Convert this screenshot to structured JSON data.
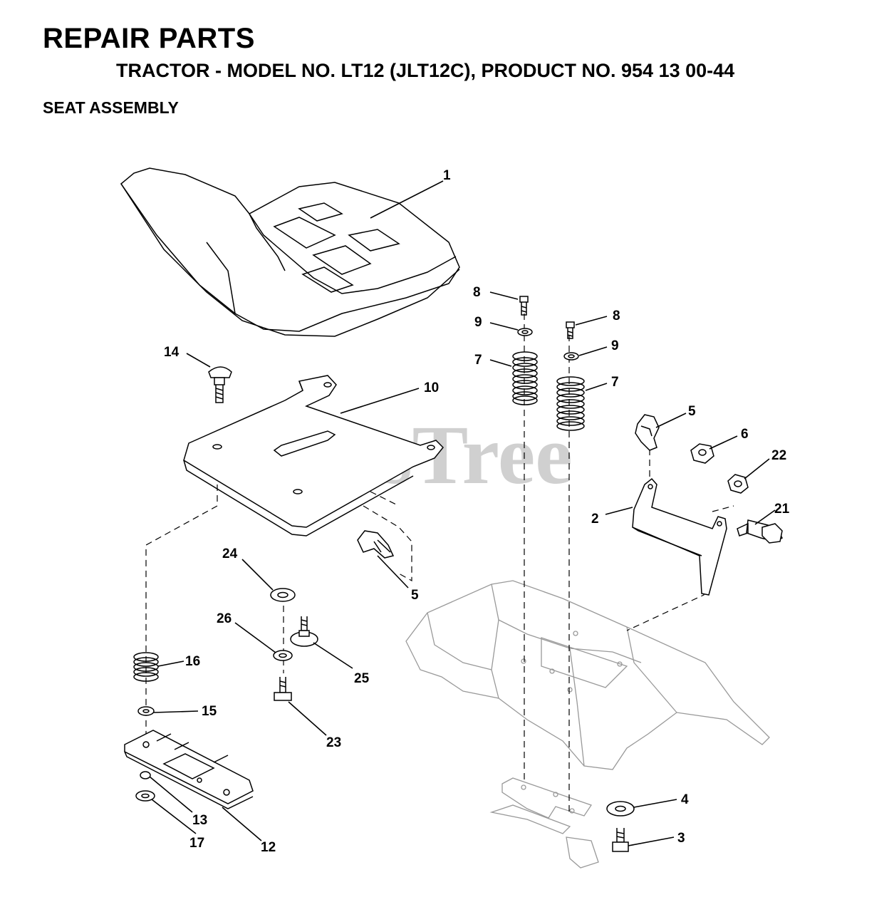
{
  "header": {
    "title": "REPAIR PARTS",
    "subtitle": "TRACTOR - MODEL NO. LT12 (JLT12C), PRODUCT NO. 954 13 00-44",
    "section": "SEAT ASSEMBLY"
  },
  "watermark": "PartsTree",
  "callouts": {
    "c1": "1",
    "c2": "2",
    "c3": "3",
    "c4": "4",
    "c5a": "5",
    "c5b": "5",
    "c6": "6",
    "c7a": "7",
    "c7b": "7",
    "c8a": "8",
    "c8b": "8",
    "c9a": "9",
    "c9b": "9",
    "c10": "10",
    "c12": "12",
    "c13": "13",
    "c14": "14",
    "c15": "15",
    "c16": "16",
    "c17": "17",
    "c21": "21",
    "c22": "22",
    "c23": "23",
    "c24": "24",
    "c25": "25",
    "c26": "26"
  }
}
